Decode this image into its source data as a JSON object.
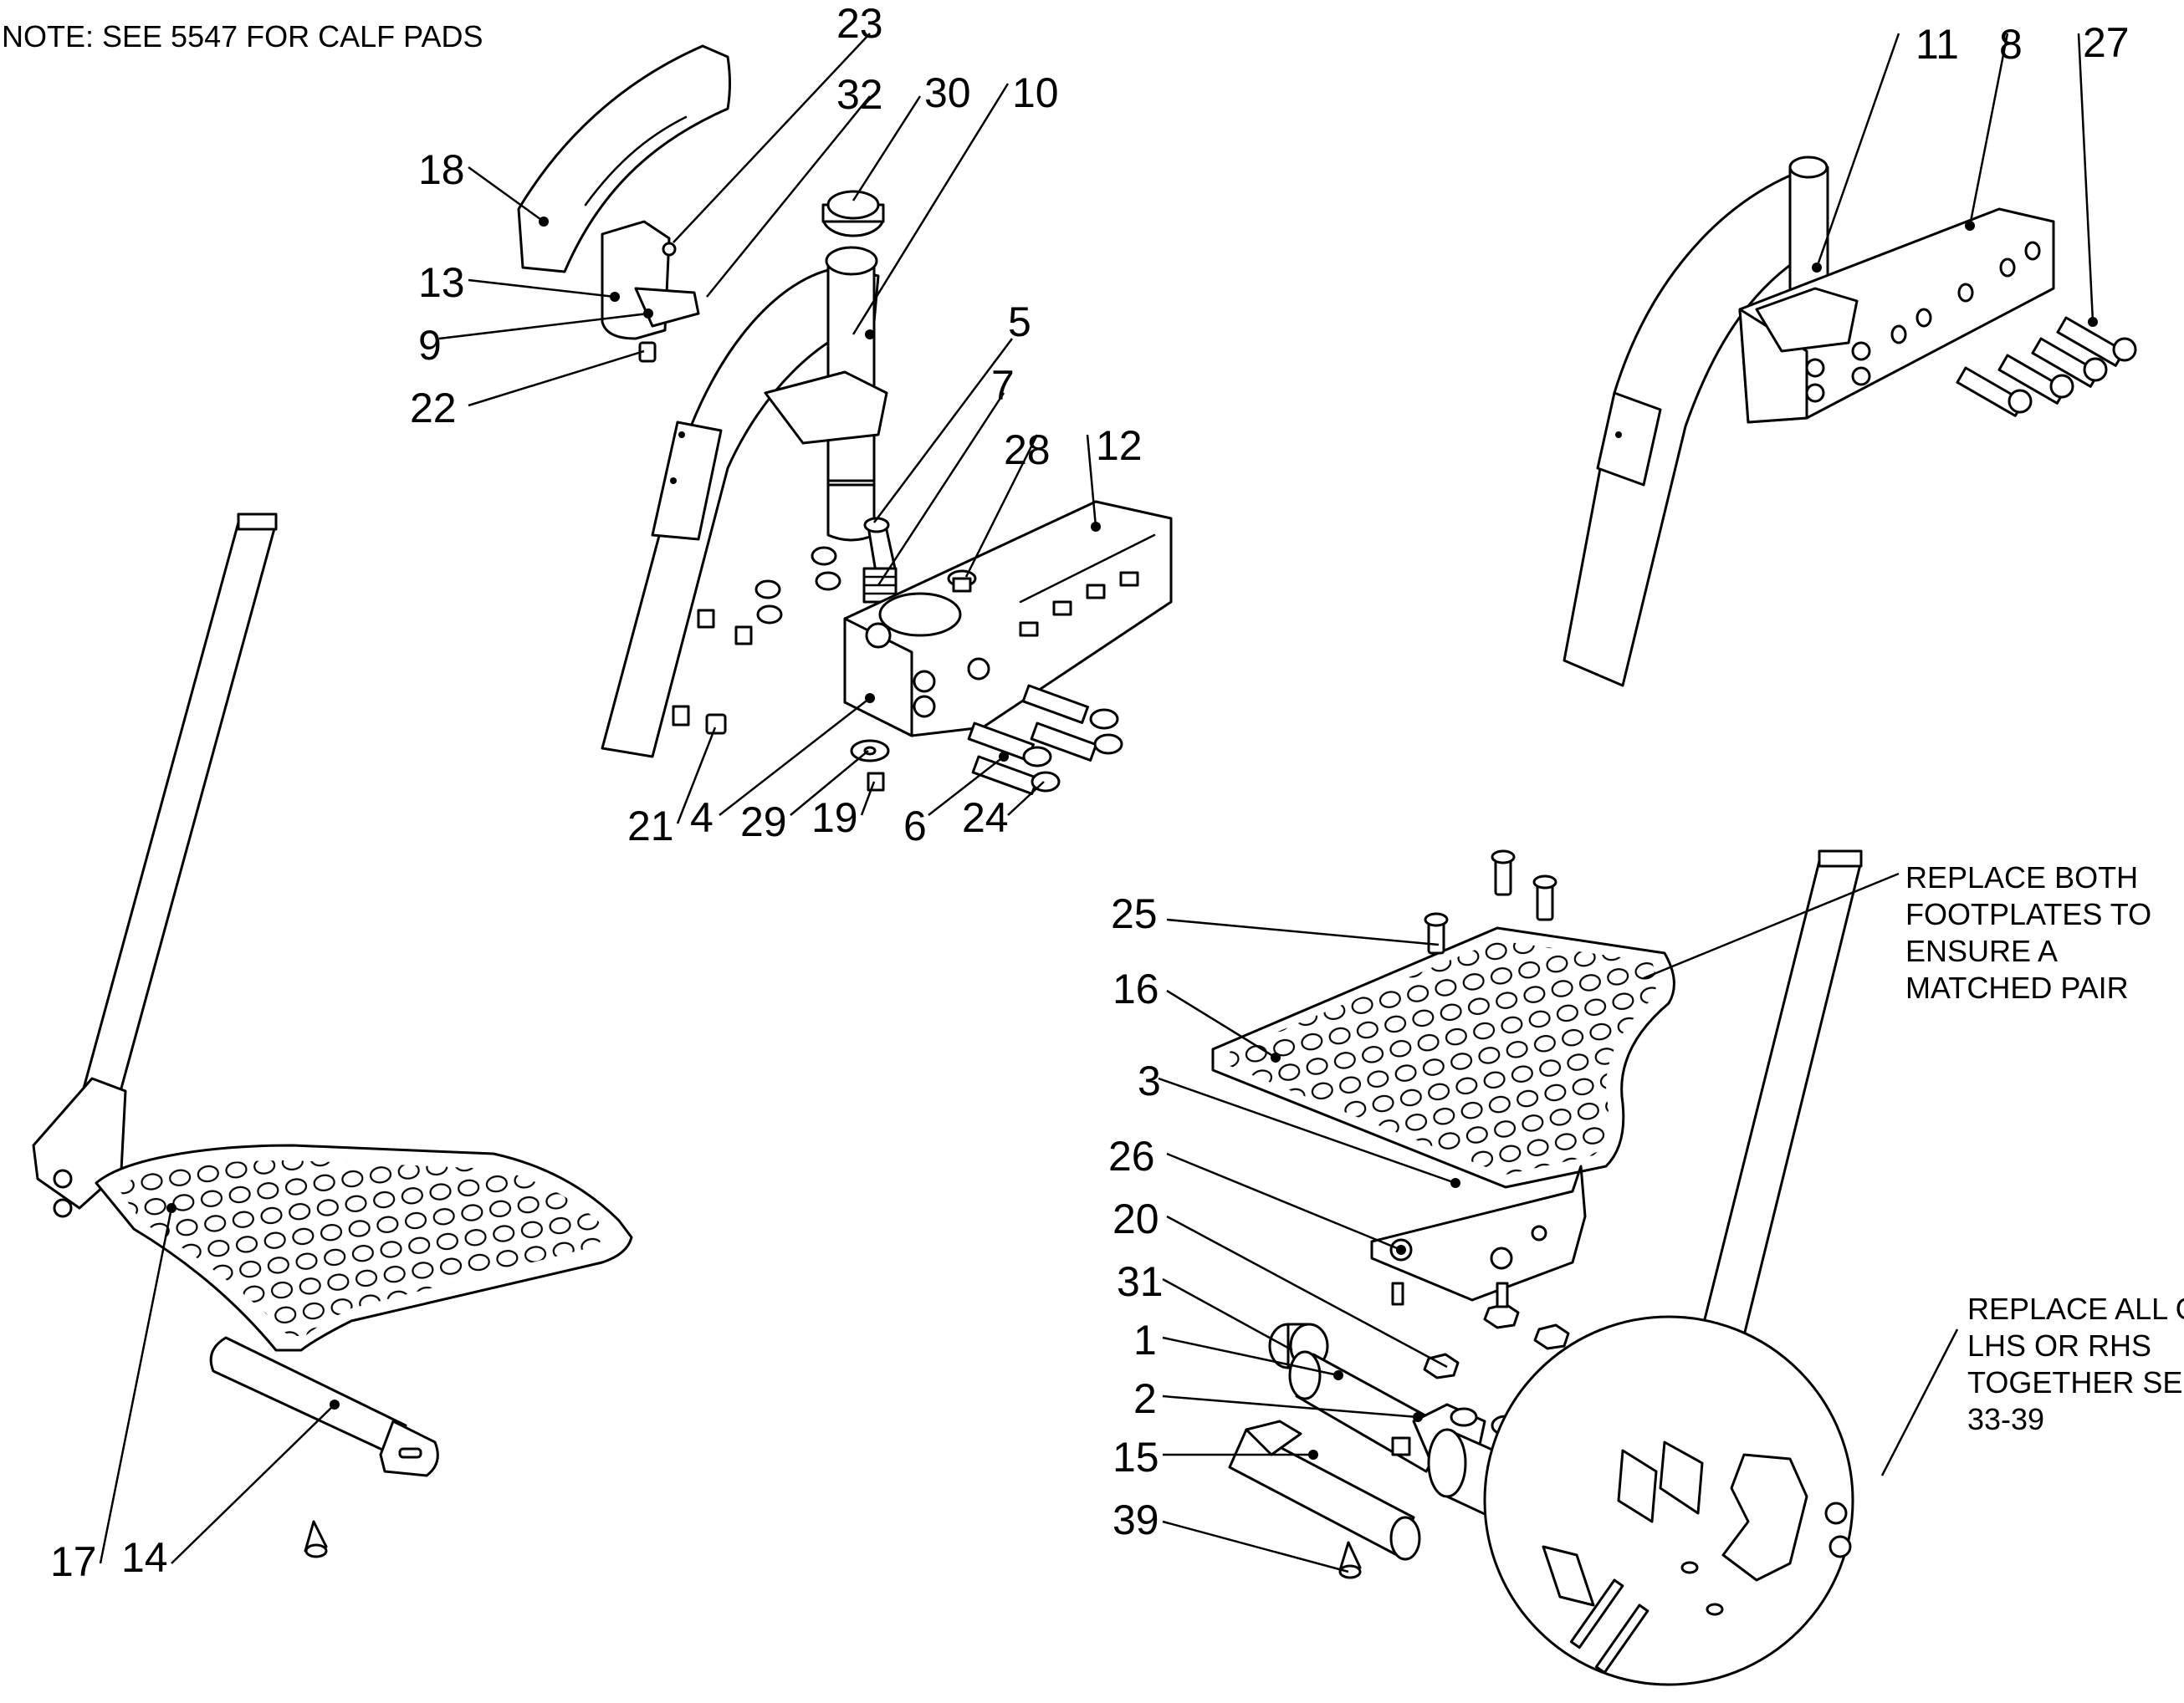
{
  "notes": {
    "calf_pads": "NOTE: SEE 5547 FOR CALF PADS",
    "footplates": [
      "REPLACE BOTH",
      "FOOTPLATES TO",
      "ENSURE A",
      "MATCHED PAIR"
    ],
    "lhs_rhs": [
      "REPLACE ALL OF",
      "LHS OR RHS",
      "TOGETHER SEE",
      "33-39"
    ]
  },
  "callouts": {
    "c1": "1",
    "c2": "2",
    "c3": "3",
    "c4": "4",
    "c5": "5",
    "c6": "6",
    "c7": "7",
    "c8": "8",
    "c9": "9",
    "c10": "10",
    "c11": "11",
    "c12": "12",
    "c13": "13",
    "c14": "14",
    "c15": "15",
    "c16": "16",
    "c17": "17",
    "c18": "18",
    "c19": "19",
    "c20": "20",
    "c21": "21",
    "c22": "22",
    "c23": "23",
    "c24": "24",
    "c25": "25",
    "c26": "26",
    "c27": "27",
    "c28": "28",
    "c29": "29",
    "c30": "30",
    "c31": "31",
    "c32": "32",
    "c39": "39"
  }
}
